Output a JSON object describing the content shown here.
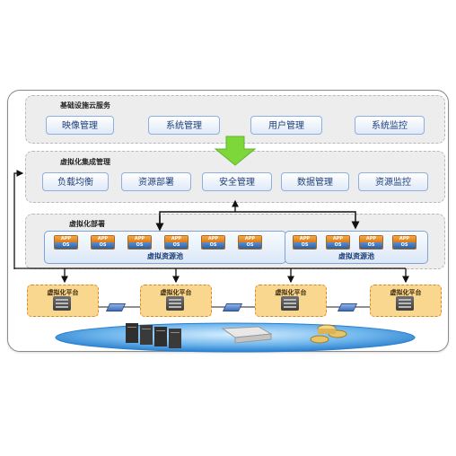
{
  "infra_cloud": {
    "title": "基础设施云服务",
    "services": [
      "映像管理",
      "系统管理",
      "用户管理",
      "系统监控"
    ]
  },
  "integration": {
    "title": "虚拟化集成管理",
    "services": [
      "负载均衡",
      "资源部署",
      "安全管理",
      "数据管理",
      "资源监控"
    ]
  },
  "deployment": {
    "title": "虚拟化部署",
    "vm_app_label": "APP",
    "vm_os_label": "OS",
    "pools": [
      {
        "label": "虚拟资源池",
        "vm_count": 6
      },
      {
        "label": "虚拟资源池",
        "vm_count": 4
      }
    ]
  },
  "platforms": [
    "虚拟化平台",
    "虚拟化平台",
    "虚拟化平台",
    "虚拟化平台"
  ],
  "colors": {
    "arrow_green": "#7dd63a",
    "layer_bg": "#ededed",
    "platform_bg": "#f9d78e",
    "cloud_blue": "#3b8fd9"
  }
}
